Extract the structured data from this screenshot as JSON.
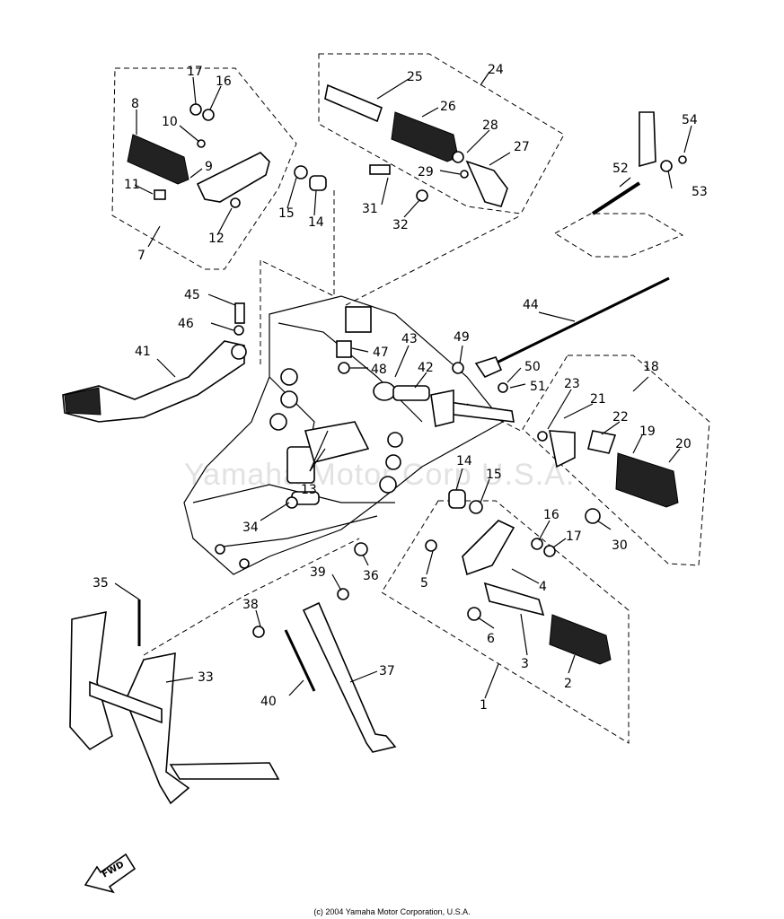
{
  "watermark": "Yamaha Motor Corp U.S.A.",
  "copyright": "(c) 2004 Yamaha Motor Corporation, U.S.A.",
  "fwd_label": "FWD",
  "callouts": [
    "1",
    "2",
    "3",
    "4",
    "5",
    "6",
    "7",
    "8",
    "9",
    "10",
    "11",
    "12",
    "13",
    "14",
    "15",
    "16",
    "17",
    "18",
    "19",
    "20",
    "21",
    "22",
    "23",
    "24",
    "25",
    "26",
    "27",
    "28",
    "29",
    "30",
    "31",
    "32",
    "33",
    "34",
    "35",
    "36",
    "37",
    "38",
    "39",
    "40",
    "41",
    "42",
    "43",
    "44",
    "45",
    "46",
    "47",
    "48",
    "49",
    "50",
    "51",
    "52",
    "53",
    "54",
    "14",
    "15",
    "16",
    "17"
  ]
}
